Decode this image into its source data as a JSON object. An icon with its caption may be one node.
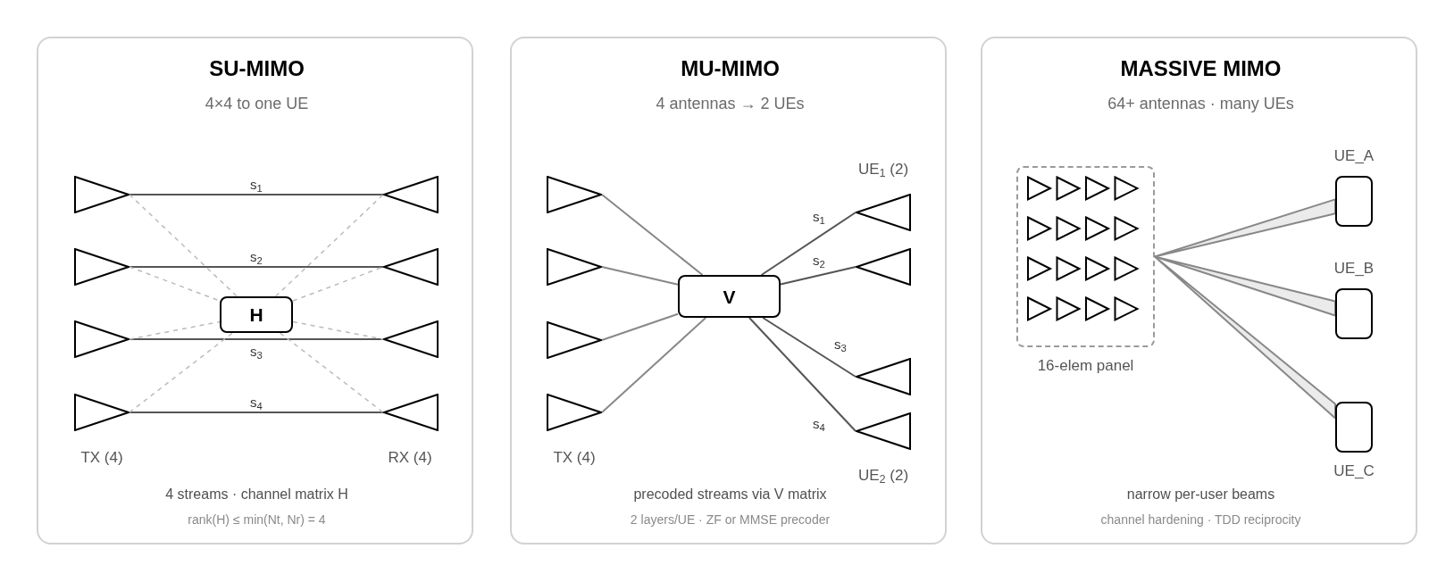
{
  "diagram": {
    "nodes": [
      {
        "text": [
          "SU-MIMO",
          "4×4 to one UE",
          "4 streams · channel matrix H",
          "rank(H) ≤ min(Nt, Nr) = 4"
        ]
      },
      {
        "text": [],
        "shape": "triangle",
        "in": 0
      },
      {
        "text": [],
        "shape": "triangle",
        "in": 0
      },
      {
        "text": [],
        "shape": "triangle",
        "in": 0
      },
      {
        "text": [],
        "shape": "triangle",
        "in": 0
      },
      {
        "text": [],
        "shape": "triangle",
        "in": 0
      },
      {
        "text": [],
        "shape": "triangle",
        "in": 0
      },
      {
        "text": [],
        "shape": "triangle",
        "in": 0
      },
      {
        "text": [],
        "shape": "triangle",
        "in": 0
      },
      {
        "text": [
          "H"
        ],
        "in": 0
      },
      {
        "text": [
          "MU-MIMO",
          "4 antennas → 2 UEs",
          "precoded streams via V matrix",
          "2 layers/UE · ZF or MMSE precoder"
        ]
      },
      {
        "text": [],
        "shape": "triangle",
        "in": 10
      },
      {
        "text": [],
        "shape": "triangle",
        "in": 10
      },
      {
        "text": [],
        "shape": "triangle",
        "in": 10
      },
      {
        "text": [],
        "shape": "triangle",
        "in": 10
      },
      {
        "text": [
          "V"
        ],
        "in": 10
      },
      {
        "text": [],
        "shape": "triangle",
        "in": 10
      },
      {
        "text": [],
        "shape": "triangle",
        "in": 10
      },
      {
        "text": [],
        "shape": "triangle",
        "in": 10
      },
      {
        "text": [],
        "shape": "triangle",
        "in": 10
      },
      {
        "text": [
          "MASSIVE MIMO",
          "64+ antennas · many UEs",
          "narrow per-user beams",
          "channel hardening · TDD reciprocity"
        ]
      },
      {
        "text": [],
        "shape": "box",
        "in": 20,
        "beside": [
          "16-elem panel"
        ]
      },
      {
        "text": [],
        "shape": "box",
        "in": 20,
        "beside": [
          "UE_A"
        ]
      },
      {
        "text": [],
        "shape": "box",
        "in": 20,
        "beside": [
          "UE_B"
        ]
      },
      {
        "text": [],
        "shape": "box",
        "in": 20,
        "beside": [
          "UE_C"
        ]
      }
    ],
    "edges": [
      {
        "from": 1,
        "to": 5,
        "arrow": "none",
        "label": "s$_{1}$"
      },
      {
        "from": 2,
        "to": 6,
        "arrow": "none",
        "label": "s$_{2}$"
      },
      {
        "from": 3,
        "to": 7,
        "arrow": "none",
        "label": "s$_{3}$"
      },
      {
        "from": 4,
        "to": 8,
        "arrow": "none",
        "label": "s$_{4}$"
      },
      {
        "from": 1,
        "to": 9,
        "arrow": "none",
        "style": "dashed",
        "color": "#bbbbbb"
      },
      {
        "from": 2,
        "to": 9,
        "arrow": "none",
        "style": "dashed",
        "color": "#bbbbbb"
      },
      {
        "from": 3,
        "to": 9,
        "arrow": "none",
        "style": "dashed",
        "color": "#bbbbbb"
      },
      {
        "from": 4,
        "to": 9,
        "arrow": "none",
        "style": "dashed",
        "color": "#bbbbbb"
      },
      {
        "from": 9,
        "to": 5,
        "arrow": "none",
        "style": "dashed",
        "color": "#bbbbbb"
      },
      {
        "from": 9,
        "to": 6,
        "arrow": "none",
        "style": "dashed",
        "color": "#bbbbbb"
      },
      {
        "from": 9,
        "to": 7,
        "arrow": "none",
        "style": "dashed",
        "color": "#bbbbbb"
      },
      {
        "from": 9,
        "to": 8,
        "arrow": "none",
        "style": "dashed",
        "color": "#bbbbbb"
      },
      {
        "from": 11,
        "to": 15,
        "arrow": "none",
        "color": "#888888"
      },
      {
        "from": 12,
        "to": 15,
        "arrow": "none",
        "color": "#888888"
      },
      {
        "from": 13,
        "to": 15,
        "arrow": "none",
        "color": "#888888"
      },
      {
        "from": 14,
        "to": 15,
        "arrow": "none",
        "color": "#888888"
      },
      {
        "from": 15,
        "to": 16,
        "arrow": "none",
        "label": "s$_{1}$"
      },
      {
        "from": 15,
        "to": 17,
        "arrow": "none",
        "label": "s$_{2}$"
      },
      {
        "from": 15,
        "to": 18,
        "arrow": "none",
        "label": "s$_{3}$"
      },
      {
        "from": 15,
        "to": 19,
        "arrow": "none",
        "label": "s$_{4}$"
      },
      {
        "from": 21,
        "to": 22,
        "arrow": "none",
        "color": "#888888"
      },
      {
        "from": 21,
        "to": 23,
        "arrow": "none",
        "color": "#888888"
      },
      {
        "from": 21,
        "to": 24,
        "arrow": "none",
        "color": "#888888"
      }
    ],
    "labels": [
      "TX (4)",
      "RX (4)",
      "TX (4)",
      "UE$_{1}$ (2)",
      "UE$_{2}$ (2)"
    ]
  }
}
